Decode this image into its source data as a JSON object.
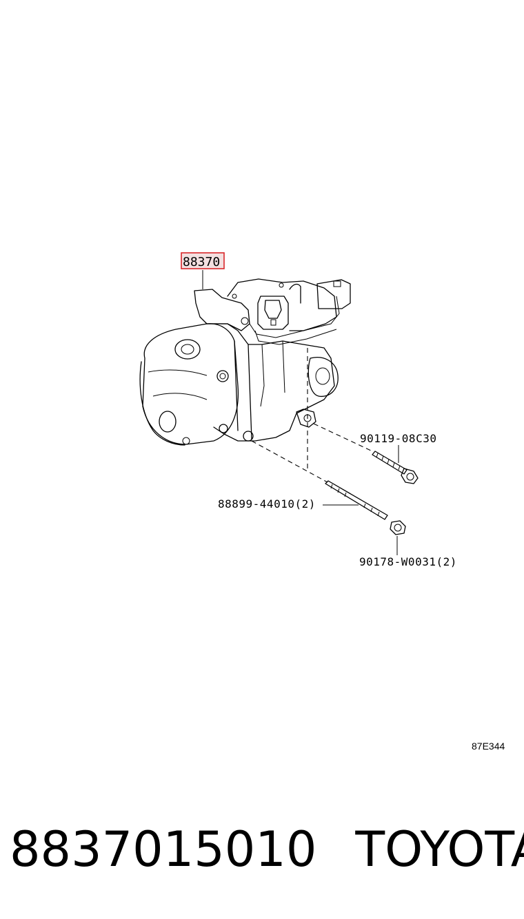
{
  "parts": {
    "main": "88370",
    "bolt": "90119-08C30",
    "stud": "88899-44010(2)",
    "nut": "90178-W0031(2)"
  },
  "drawing_id": "87E344",
  "footer": {
    "part_number": "8837015010",
    "brand": "TOYOTA"
  },
  "colors": {
    "highlight": "#d8262a",
    "ink": "#000000"
  }
}
